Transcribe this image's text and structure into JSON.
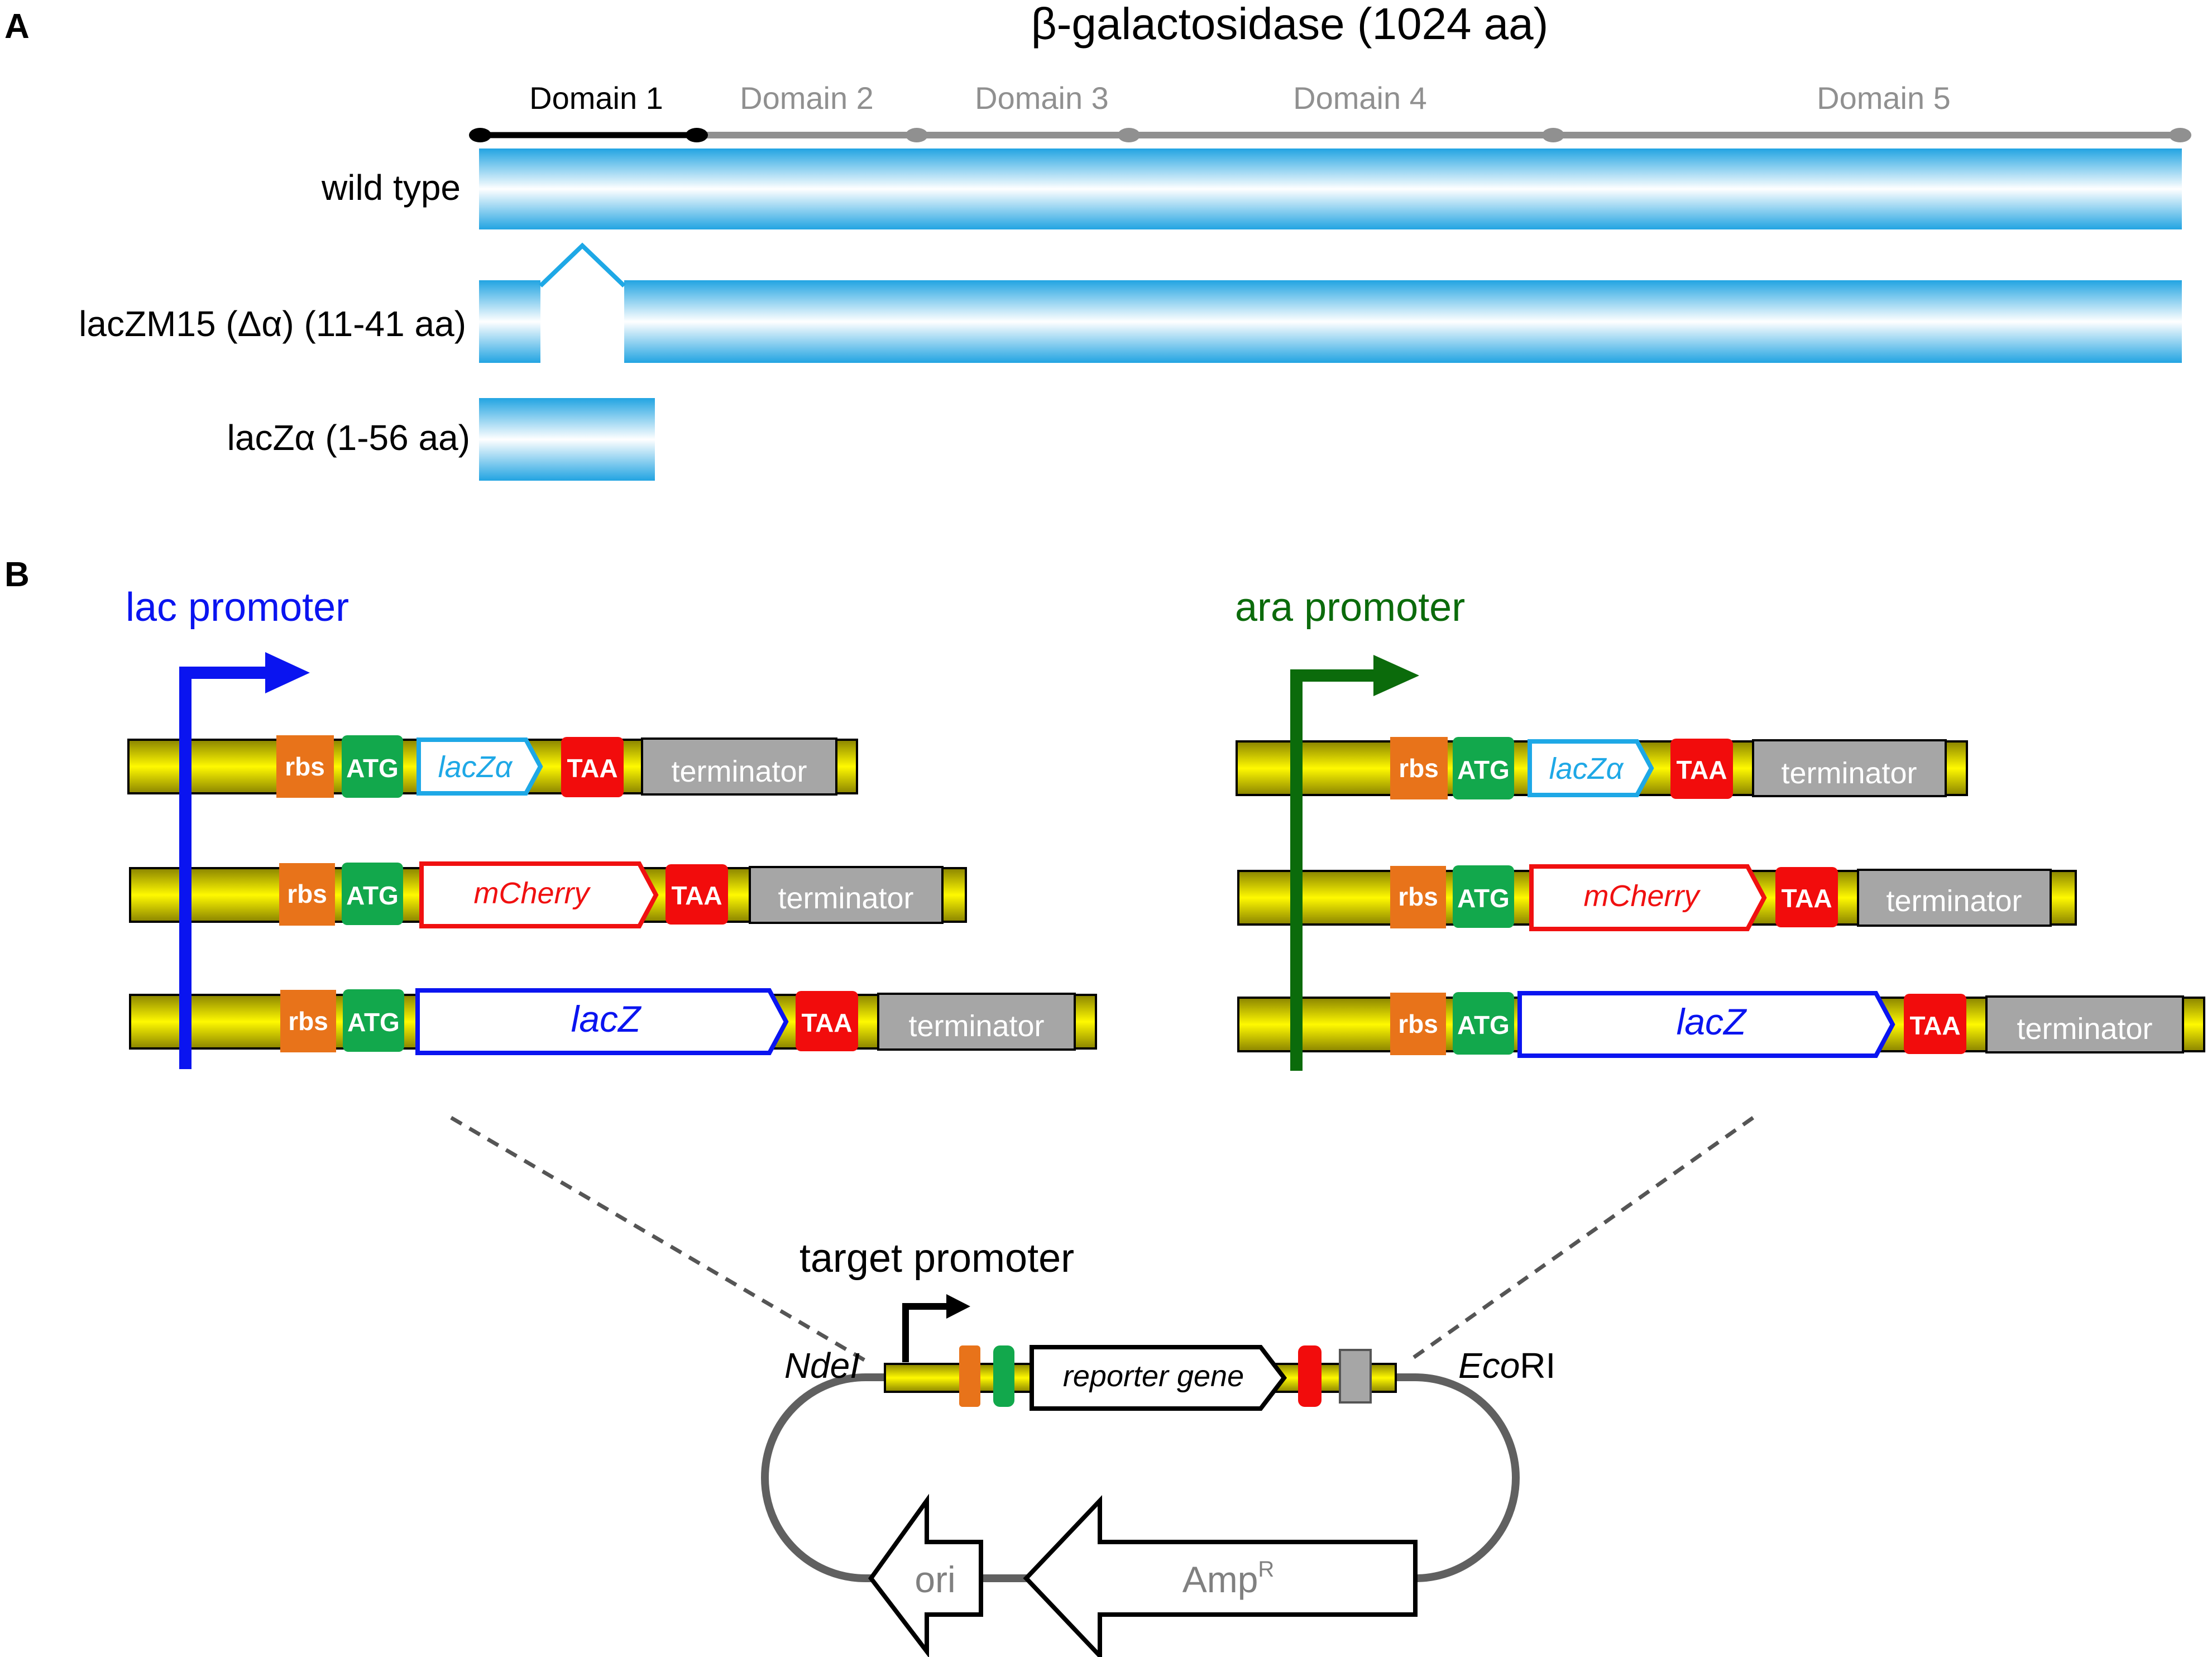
{
  "panel_a": {
    "label": "A",
    "title": "β-galactosidase (1024 aa)",
    "domains": [
      {
        "label": "Domain 1",
        "active": true
      },
      {
        "label": "Domain 2",
        "active": false
      },
      {
        "label": "Domain 3",
        "active": false
      },
      {
        "label": "Domain 4",
        "active": false
      },
      {
        "label": "Domain 5",
        "active": false
      }
    ],
    "rows": [
      {
        "label": "wild type"
      },
      {
        "label": "lacZM15 (Δα) (11-41 aa)"
      },
      {
        "label": "lacZα (1-56 aa)"
      }
    ]
  },
  "panel_b": {
    "label": "B",
    "promoters": [
      {
        "label": "lac promoter",
        "color": "#0a14f0"
      },
      {
        "label": "ara promoter",
        "color": "#0b6b0b"
      }
    ],
    "parts": {
      "rbs": "rbs",
      "start": "ATG",
      "stop": "TAA",
      "terminator": "terminator"
    },
    "genes": [
      {
        "label": "lacZα",
        "color": "#1ea8e6"
      },
      {
        "label": "mCherry",
        "color": "#f01010"
      },
      {
        "label": "lacZ",
        "color": "#0a14f0"
      }
    ],
    "plasmid": {
      "promoter_label": "target promoter",
      "reporter_label": "reporter gene",
      "site_left": "NdeI",
      "site_right_italic": "Eco",
      "site_right_rest": "RI",
      "resistance": "Amp",
      "resistance_sup": "R",
      "origin": "ori"
    }
  },
  "colors": {
    "backbone": "#e8e000",
    "rbs": "#e8731a",
    "atg": "#12a84c",
    "taa": "#f20c0c",
    "terminator": "#a6a6a6",
    "domain_line": "#909090",
    "plasmid_line": "#606060"
  }
}
